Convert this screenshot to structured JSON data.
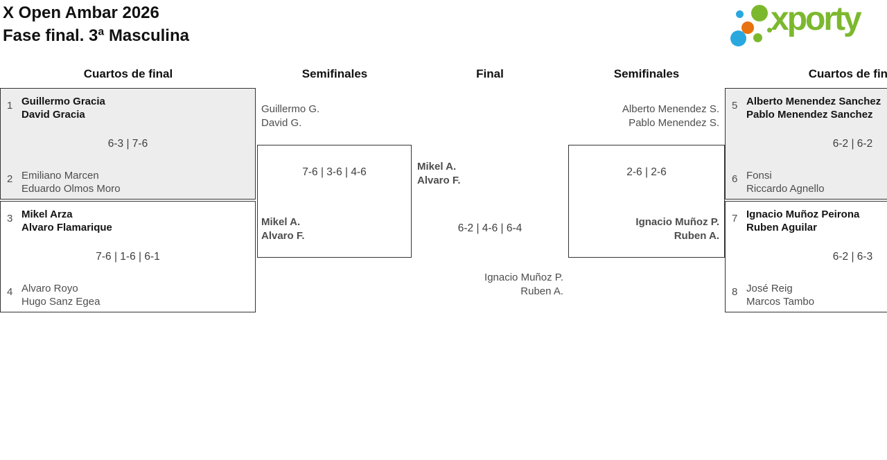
{
  "title": {
    "line1": "X Open Ambar 2026",
    "line2": "Fase final. 3ª Masculina"
  },
  "logo": {
    "text": "xporty",
    "dot_icons": [
      "blue-dot-small",
      "green-dot-large",
      "orange-dot",
      "blue-dot-large",
      "green-dot-small",
      "green-dot-tiny"
    ],
    "colors": {
      "green": "#7cb82e",
      "blue": "#29a8e0",
      "orange": "#e8720e"
    }
  },
  "colors": {
    "box_border": "#333333",
    "box_gray_bg": "#ededed",
    "winner_text": "#141414",
    "loser_text": "#4d4d4d",
    "score_text": "#3d3d3d"
  },
  "columns": {
    "headers": [
      "Cuartos de final",
      "Semifinales",
      "Final",
      "Semifinales",
      "Cuartos de final"
    ]
  },
  "bracket": {
    "qf_left_top": {
      "seed_top": "1",
      "top": {
        "p1": "Guillermo Gracia",
        "p2": "David Gracia"
      },
      "score": "6-3 | 7-6",
      "seed_bottom": "2",
      "bottom": {
        "p1": "Emiliano Marcen",
        "p2": "Eduardo Olmos Moro"
      }
    },
    "qf_left_bottom": {
      "seed_top": "3",
      "top": {
        "p1": "Mikel Arza",
        "p2": "Alvaro Flamarique"
      },
      "score": "7-6 | 1-6 | 6-1",
      "seed_bottom": "4",
      "bottom": {
        "p1": "Alvaro Royo",
        "p2": "Hugo Sanz Egea"
      }
    },
    "sf_left": {
      "top": {
        "p1": "Guillermo G.",
        "p2": "David G."
      },
      "score": "7-6 | 3-6 | 4-6",
      "bottom": {
        "p1": "Mikel A.",
        "p2": "Alvaro F."
      }
    },
    "final": {
      "top": {
        "p1": "Mikel A.",
        "p2": "Alvaro F."
      },
      "score": "6-2 | 4-6 | 6-4",
      "bottom": {
        "p1": "Ignacio Muñoz P.",
        "p2": "Ruben A."
      }
    },
    "sf_right": {
      "top": {
        "p1": "Alberto Menendez S.",
        "p2": "Pablo Menendez S."
      },
      "score": "2-6 | 2-6",
      "bottom": {
        "p1": "Ignacio Muñoz P.",
        "p2": "Ruben A."
      }
    },
    "qf_right_top": {
      "seed_top": "5",
      "top": {
        "p1": "Alberto Menendez Sanchez",
        "p2": "Pablo Menendez Sanchez"
      },
      "score": "6-2 | 6-2",
      "seed_bottom": "6",
      "bottom": {
        "p1": "Fonsi",
        "p2": "Riccardo Agnello"
      }
    },
    "qf_right_bottom": {
      "seed_top": "7",
      "top": {
        "p1": "Ignacio Muñoz Peirona",
        "p2": "Ruben Aguilar"
      },
      "score": "6-2 | 6-3",
      "seed_bottom": "8",
      "bottom": {
        "p1": "José Reig",
        "p2": "Marcos Tambo"
      }
    }
  }
}
